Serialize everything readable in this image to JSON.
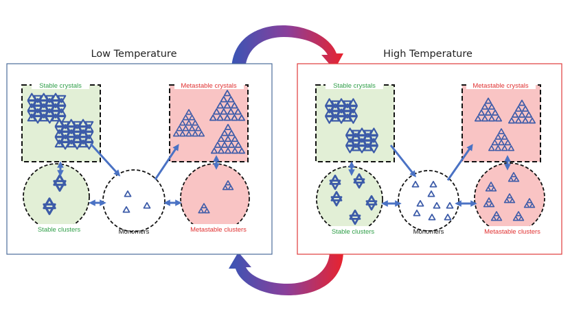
{
  "colors": {
    "stable_green": "#2e9e47",
    "metastable_red": "#e03030",
    "stable_fill": "#e2efd6",
    "metastable_fill": "#f9c4c4",
    "triangle_blue": "#3c5ba8",
    "arrow_blue": "#4a72c4",
    "low_border": "#4a6b9a",
    "high_border": "#e03a3a"
  },
  "panels": [
    {
      "title": "Low Temperature",
      "stable_crystals": "Stable crystals",
      "metastable_crystals": "Metastable crystals",
      "stable_clusters": "Stable clusters",
      "monomers": "Monomers",
      "metastable_clusters": "Metastable clusters"
    },
    {
      "title": "High Temperature",
      "stable_crystals": "Stable crystals",
      "metastable_crystals": "Metastable crystals",
      "stable_clusters": "Stable clusters",
      "monomers": "Monomers",
      "metastable_clusters": "Metastable clusters"
    }
  ],
  "icons": {
    "cycle_arrow_top": "curved-arrow-icon",
    "cycle_arrow_bottom": "curved-arrow-icon"
  }
}
